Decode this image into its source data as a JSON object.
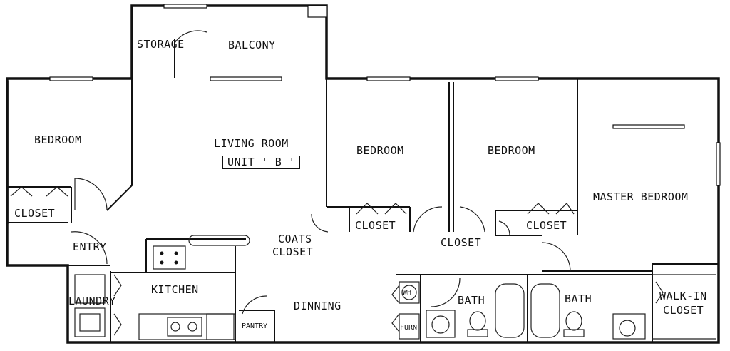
{
  "plan": {
    "unit_label": "UNIT ' B '",
    "rooms": {
      "storage": "STORAGE",
      "balcony": "BALCONY",
      "bedroom_left": "BEDROOM",
      "living_room": "LIVING ROOM",
      "bedroom_mid": "BEDROOM",
      "bedroom_right": "BEDROOM",
      "master_bedroom": "MASTER BEDROOM",
      "closet_left": "CLOSET",
      "closet_mid": "CLOSET",
      "closet_right": "CLOSET",
      "closet_hall": "CLOSET",
      "coats_closet_line1": "COATS",
      "coats_closet_line2": "CLOSET",
      "entry": "ENTRY",
      "laundry": "LAUNDRY",
      "kitchen": "KITCHEN",
      "pantry": "PANTRY",
      "dinning": "DINNING",
      "bath_1": "BATH",
      "bath_2": "BATH",
      "walk_in_line1": "WALK-IN",
      "walk_in_line2": "CLOSET",
      "water_heater": "WH",
      "furnace": "FURN"
    }
  }
}
